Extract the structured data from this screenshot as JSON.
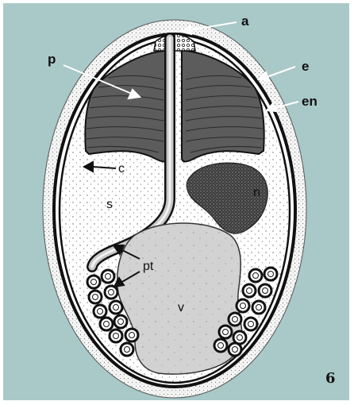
{
  "figure": {
    "number": "6",
    "background_color": "#a9c9c8",
    "labels": {
      "a": "a",
      "p": "p",
      "e": "e",
      "en": "en",
      "c": "c",
      "n": "n",
      "s": "s",
      "pt": "pt",
      "v": "v"
    }
  }
}
